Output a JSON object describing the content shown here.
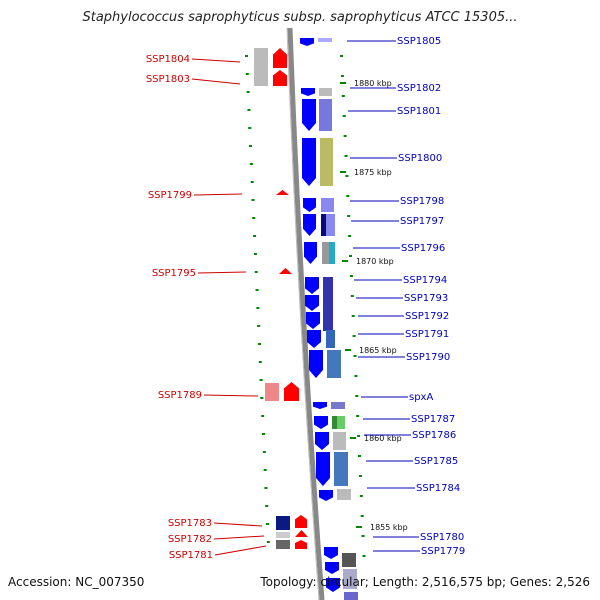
{
  "title": "Staphylococcus saprophyticus subsp. saprophyticus ATCC 15305...",
  "footer": {
    "accession": "Accession: NC_007350",
    "topology": "Topology: circular; Length: 2,516,575 bp; Genes: 2,526"
  },
  "colors": {
    "reverse_strand": "#ff0000",
    "forward_strand": "#0000ff",
    "reverse_label": "#cc0000",
    "forward_label": "#0000bb",
    "tick": "#008800",
    "backbone": "#888888"
  },
  "ticks": [
    {
      "label": "1880 kbp"
    },
    {
      "label": "1875 kbp"
    },
    {
      "label": "1870 kbp"
    },
    {
      "label": "1865 kbp"
    },
    {
      "label": "1860 kbp"
    },
    {
      "label": "1855 kbp"
    }
  ],
  "left_genes": [
    {
      "label": "SSP1804",
      "strand": "-"
    },
    {
      "label": "SSP1803",
      "strand": "-"
    },
    {
      "label": "SSP1799",
      "strand": "-"
    },
    {
      "label": "SSP1795",
      "strand": "-"
    },
    {
      "label": "SSP1789",
      "strand": "-"
    },
    {
      "label": "SSP1783",
      "strand": "-"
    },
    {
      "label": "SSP1782",
      "strand": "-"
    },
    {
      "label": "SSP1781",
      "strand": "-"
    }
  ],
  "right_genes": [
    {
      "label": "SSP1805",
      "strand": "+"
    },
    {
      "label": "SSP1802",
      "strand": "+"
    },
    {
      "label": "SSP1801",
      "strand": "+"
    },
    {
      "label": "SSP1800",
      "strand": "+"
    },
    {
      "label": "SSP1798",
      "strand": "+"
    },
    {
      "label": "SSP1797",
      "strand": "+"
    },
    {
      "label": "SSP1796",
      "strand": "+"
    },
    {
      "label": "SSP1794",
      "strand": "+"
    },
    {
      "label": "SSP1793",
      "strand": "+"
    },
    {
      "label": "SSP1792",
      "strand": "+"
    },
    {
      "label": "SSP1791",
      "strand": "+"
    },
    {
      "label": "SSP1790",
      "strand": "+"
    },
    {
      "label": "spxA",
      "strand": "+"
    },
    {
      "label": "SSP1787",
      "strand": "+"
    },
    {
      "label": "SSP1786",
      "strand": "+"
    },
    {
      "label": "SSP1785",
      "strand": "+"
    },
    {
      "label": "SSP1784",
      "strand": "+"
    },
    {
      "label": "SSP1780",
      "strand": "+"
    },
    {
      "label": "SSP1779",
      "strand": "+"
    }
  ]
}
